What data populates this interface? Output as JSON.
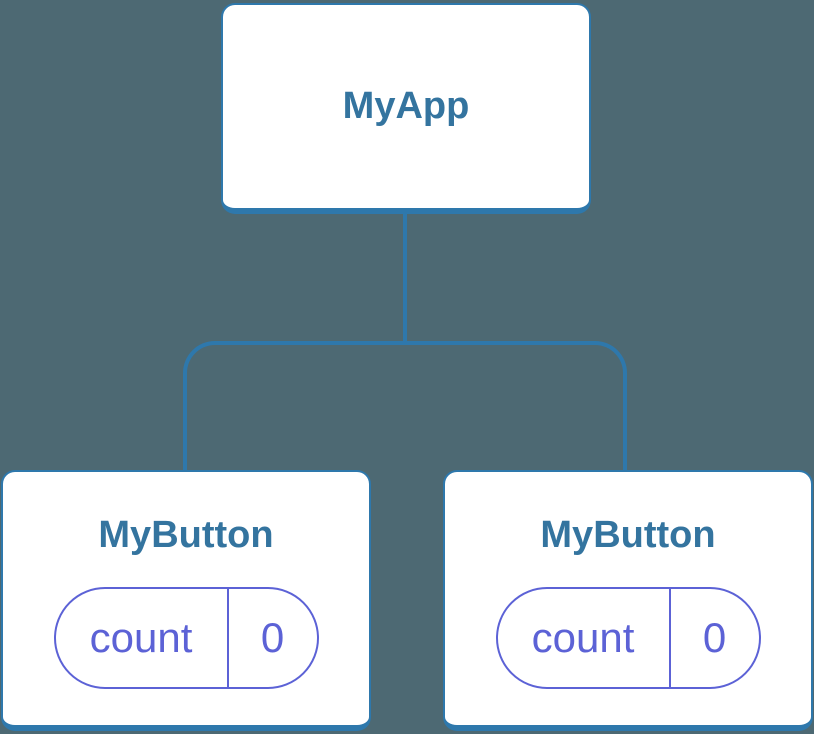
{
  "colors": {
    "background": "#4d6973",
    "stroke_blue": "#2e78ac",
    "title_text": "#34749f",
    "state_purple": "#5c62d6",
    "card_background": "#ffffff"
  },
  "tree": {
    "root": {
      "label": "MyApp"
    },
    "children": [
      {
        "label": "MyButton",
        "state": {
          "name": "count",
          "value": "0"
        }
      },
      {
        "label": "MyButton",
        "state": {
          "name": "count",
          "value": "0"
        }
      }
    ]
  }
}
